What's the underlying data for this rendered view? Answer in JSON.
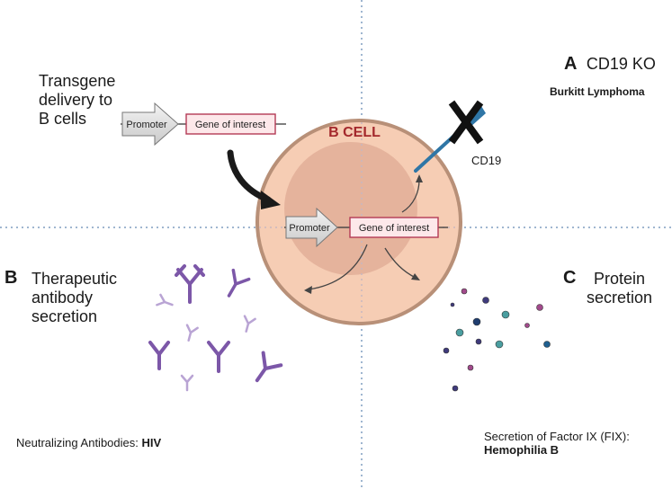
{
  "sections": {
    "transgene": {
      "title_lines": [
        "Transgene",
        "delivery to",
        "B cells"
      ]
    },
    "a": {
      "letter": "A",
      "title": "CD19 KO",
      "subtitle": "Burkitt Lymphoma"
    },
    "b": {
      "letter": "B",
      "title_lines": [
        "Therapeutic",
        "antibody",
        "secretion"
      ]
    },
    "c": {
      "letter": "C",
      "title_lines": [
        "Protein",
        "secretion"
      ]
    }
  },
  "cell": {
    "label": "B CELL",
    "receptor_label": "CD19"
  },
  "constructs": {
    "top": {
      "promoter": "Promoter",
      "gene": "Gene of interest"
    },
    "nucleus": {
      "promoter": "Promoter",
      "gene": "Gene of interest"
    }
  },
  "footers": {
    "left": {
      "text": "Neutralizing Antibodies:",
      "bold": "HIV"
    },
    "right": {
      "line1": "Secretion of Factor IX (FIX):",
      "bold": "Hemophilia B"
    }
  },
  "colors": {
    "cell_fill": "#f6cdb4",
    "cell_border": "#b89078",
    "nucleus_fill": "#dfa994",
    "cell_label": "#a3282c",
    "gene_border": "#b33a55",
    "gene_fill": "#fde8ea",
    "antibody": "#7c57a8",
    "antibody_light": "#b9a4d4",
    "receptor": "#2f76a6"
  }
}
